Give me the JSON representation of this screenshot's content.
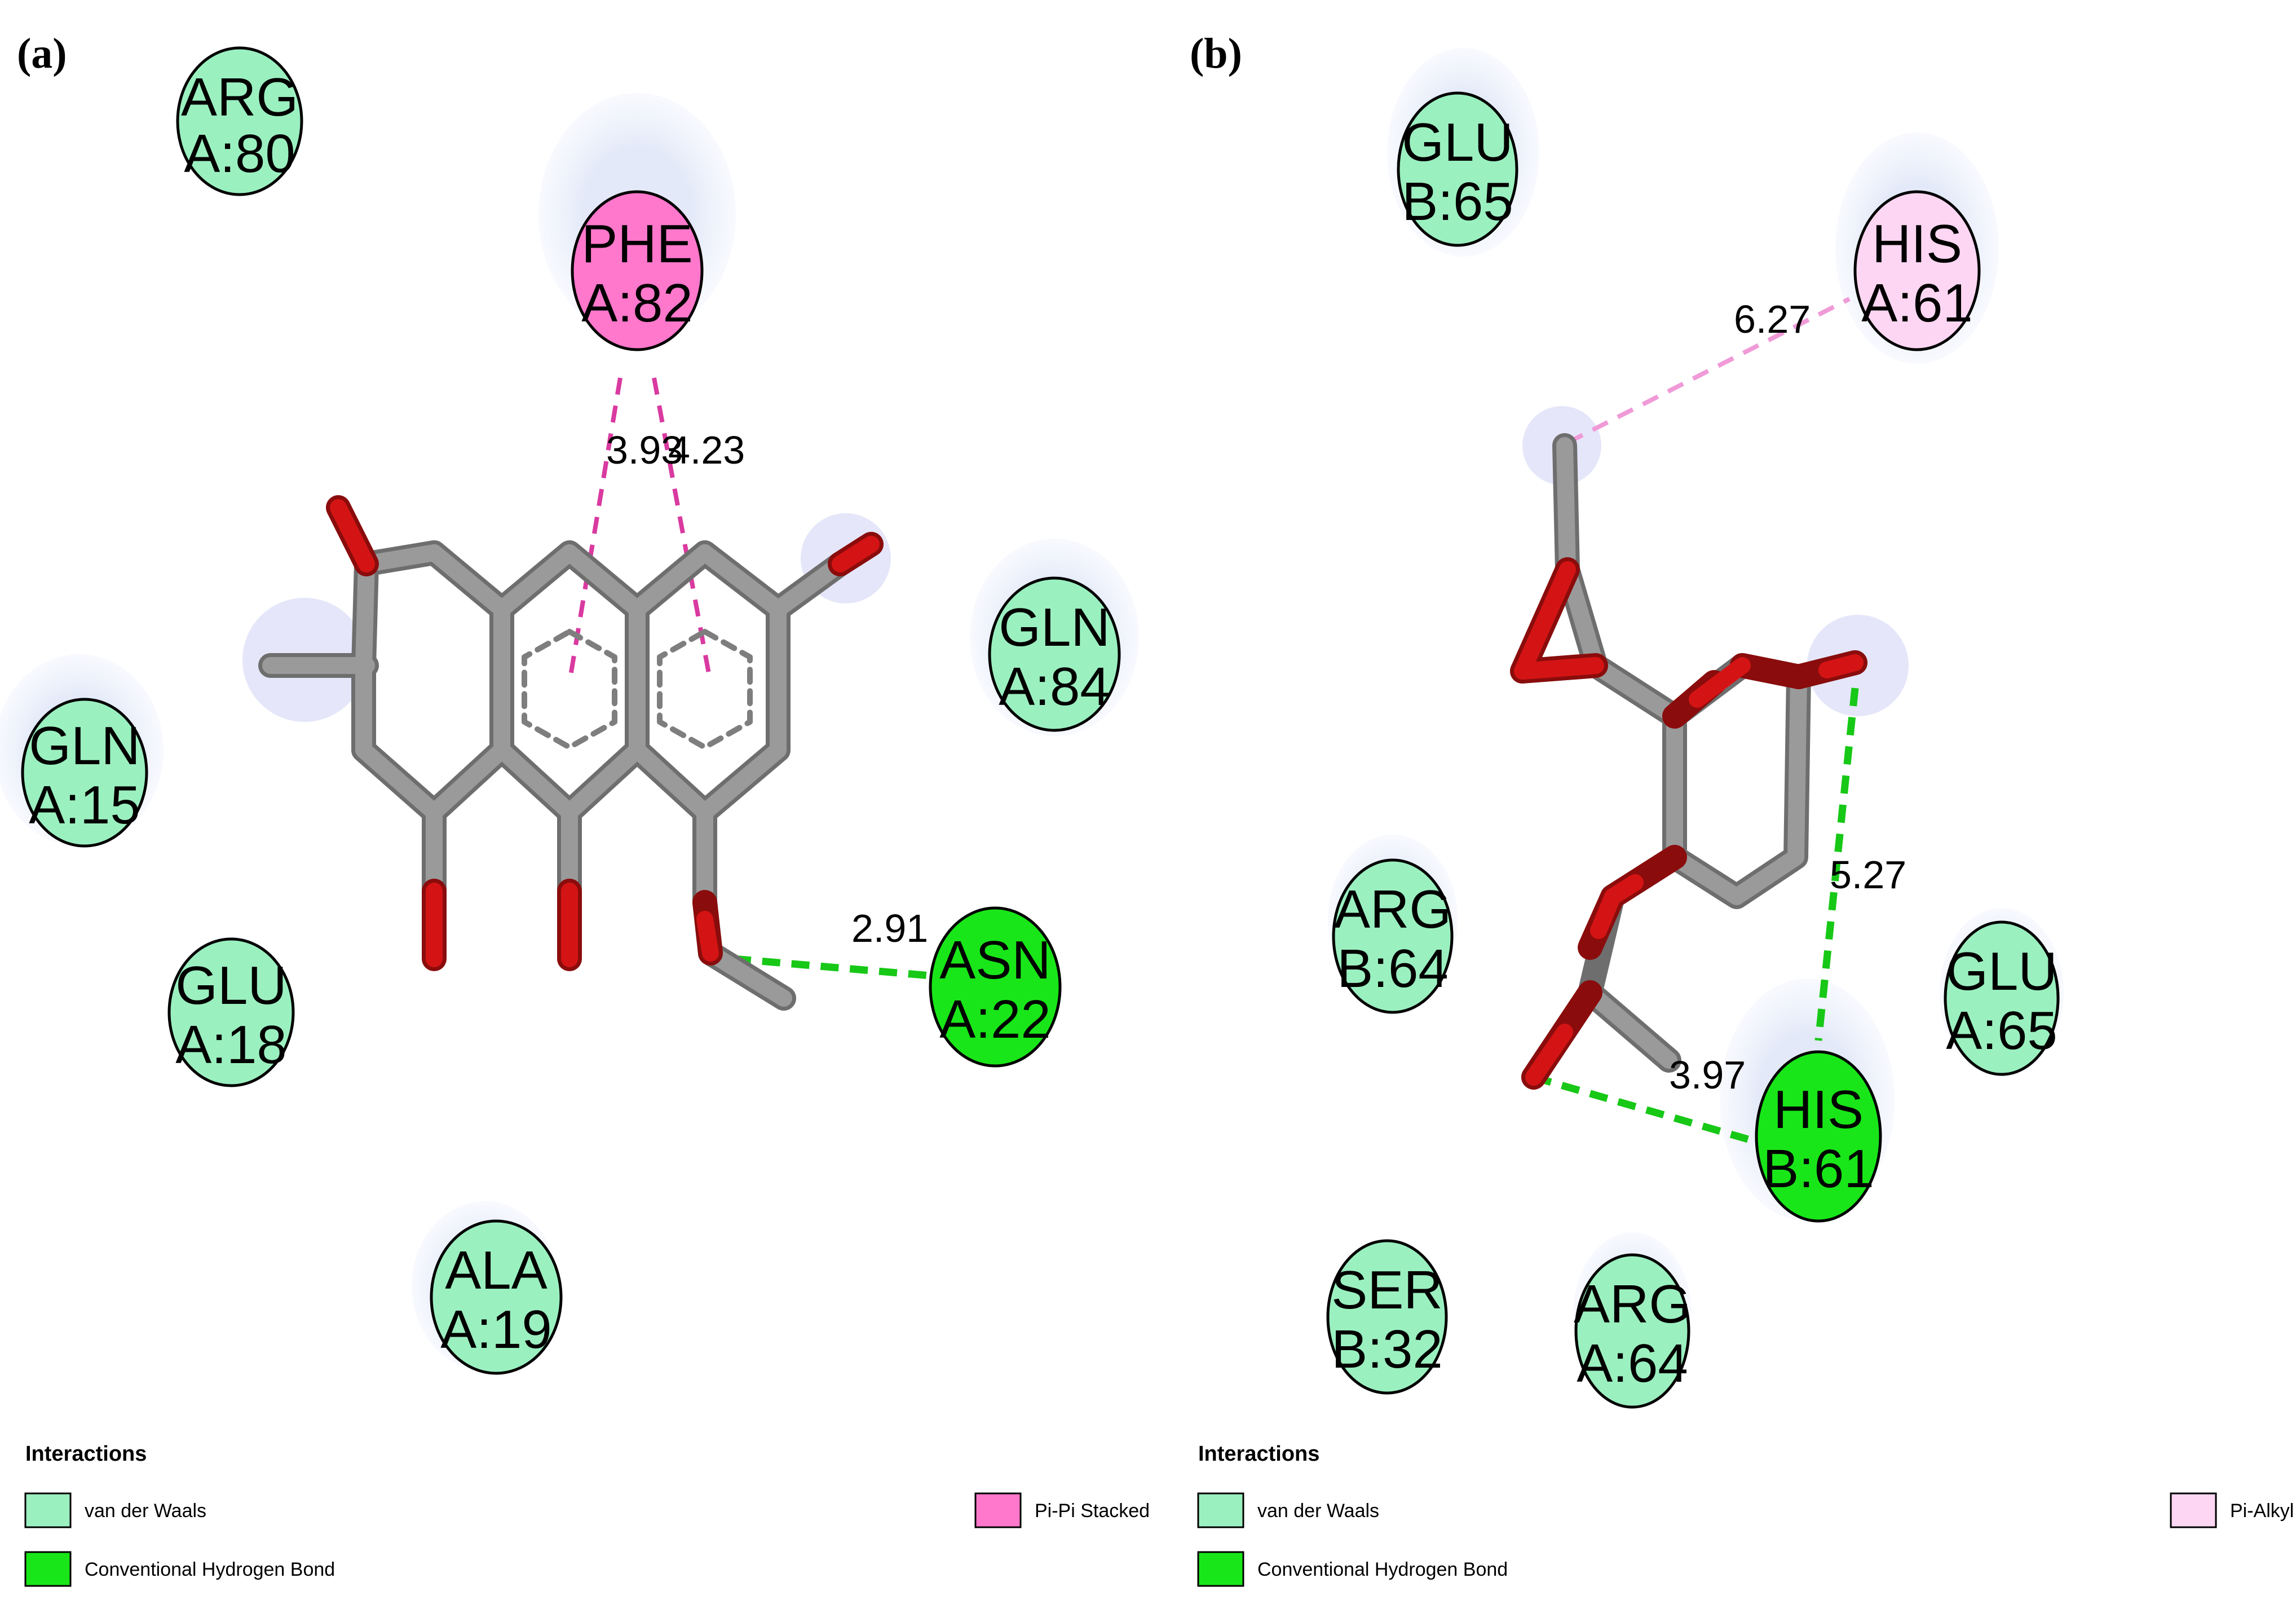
{
  "panels": [
    {
      "label": "(a)",
      "residues": [
        {
          "id": "arg80",
          "line1": "ARG",
          "line2": "A:80",
          "type": "vdw"
        },
        {
          "id": "phe82",
          "line1": "PHE",
          "line2": "A:82",
          "type": "pipi"
        },
        {
          "id": "gln84",
          "line1": "GLN",
          "line2": "A:84",
          "type": "vdw"
        },
        {
          "id": "gln15",
          "line1": "GLN",
          "line2": "A:15",
          "type": "vdw"
        },
        {
          "id": "glu18",
          "line1": "GLU",
          "line2": "A:18",
          "type": "vdw"
        },
        {
          "id": "ala19",
          "line1": "ALA",
          "line2": "A:19",
          "type": "vdw"
        },
        {
          "id": "asn22",
          "line1": "ASN",
          "line2": "A:22",
          "type": "hbond"
        }
      ],
      "distances": [
        "3.93",
        "4.23",
        "2.91"
      ],
      "legend": {
        "title": "Interactions",
        "items": [
          "van der Waals",
          "Conventional Hydrogen Bond",
          "Pi-Pi Stacked"
        ]
      }
    },
    {
      "label": "(b)",
      "residues": [
        {
          "id": "glu65b",
          "line1": "GLU",
          "line2": "B:65",
          "type": "vdw"
        },
        {
          "id": "his61a",
          "line1": "HIS",
          "line2": "A:61",
          "type": "pialkyl"
        },
        {
          "id": "arg64b",
          "line1": "ARG",
          "line2": "B:64",
          "type": "vdw"
        },
        {
          "id": "glu65a",
          "line1": "GLU",
          "line2": "A:65",
          "type": "vdw"
        },
        {
          "id": "his61b",
          "line1": "HIS",
          "line2": "B:61",
          "type": "hbond"
        },
        {
          "id": "ser32",
          "line1": "SER",
          "line2": "B:32",
          "type": "vdw"
        },
        {
          "id": "arg64a",
          "line1": "ARG",
          "line2": "A:64",
          "type": "vdw"
        }
      ],
      "distances": [
        "6.27",
        "5.27",
        "3.97"
      ],
      "legend": {
        "title": "Interactions",
        "items": [
          "van der Waals",
          "Conventional Hydrogen Bond",
          "Pi-Alkyl"
        ]
      }
    }
  ],
  "colors": {
    "vdw": "#9bf0c0",
    "hbond": "#19e619",
    "pipi": "#ff78cc",
    "pialkyl": "#fcd6f2",
    "halo": "#e6ecfa",
    "bond": "#8c8c8c",
    "oxygen": "#d41414"
  }
}
